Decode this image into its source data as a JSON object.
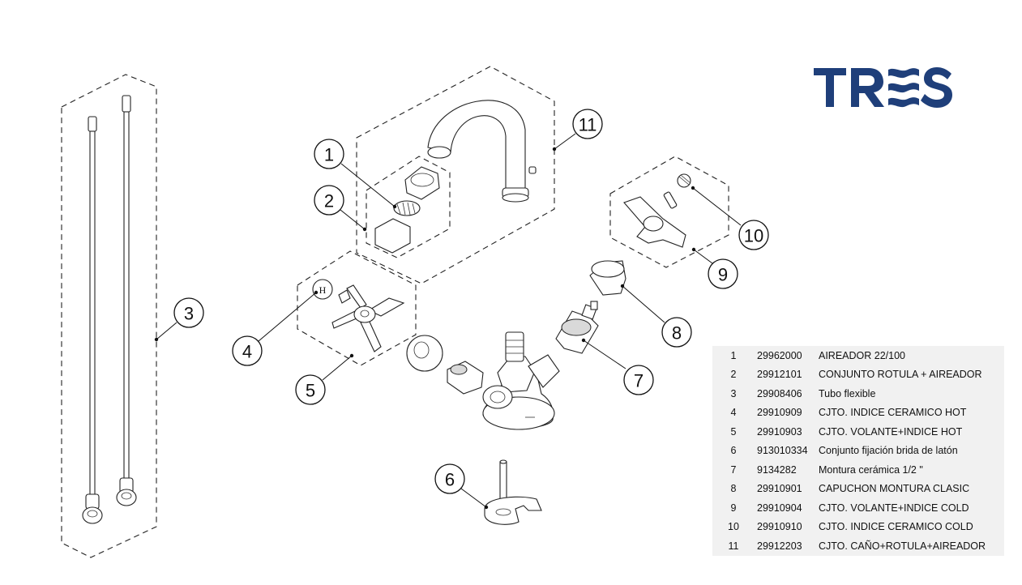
{
  "brand": {
    "name": "TRES",
    "primary_color": "#1f3f7a"
  },
  "callouts": [
    {
      "id": 1,
      "label": "1"
    },
    {
      "id": 2,
      "label": "2"
    },
    {
      "id": 3,
      "label": "3"
    },
    {
      "id": 4,
      "label": "4"
    },
    {
      "id": 5,
      "label": "5"
    },
    {
      "id": 6,
      "label": "6"
    },
    {
      "id": 7,
      "label": "7"
    },
    {
      "id": 8,
      "label": "8"
    },
    {
      "id": 9,
      "label": "9"
    },
    {
      "id": 10,
      "label": "10"
    },
    {
      "id": 11,
      "label": "11"
    }
  ],
  "parts": [
    {
      "num": "1",
      "code": "29962000",
      "desc": "AIREADOR 22/100"
    },
    {
      "num": "2",
      "code": "29912101",
      "desc": "CONJUNTO ROTULA + AIREADOR"
    },
    {
      "num": "3",
      "code": "29908406",
      "desc": "Tubo flexible"
    },
    {
      "num": "4",
      "code": "29910909",
      "desc": "CJTO. INDICE CERAMICO HOT"
    },
    {
      "num": "5",
      "code": "29910903",
      "desc": "CJTO. VOLANTE+INDICE HOT"
    },
    {
      "num": "6",
      "code": "913010334",
      "desc": "Conjunto fijación brida de latón"
    },
    {
      "num": "7",
      "code": "9134282",
      "desc": "Montura cerámica 1/2 \""
    },
    {
      "num": "8",
      "code": "29910901",
      "desc": "CAPUCHON MONTURA CLASIC"
    },
    {
      "num": "9",
      "code": "29910904",
      "desc": "CJTO. VOLANTE+INDICE COLD"
    },
    {
      "num": "10",
      "code": "29910910",
      "desc": "CJTO. INDICE CERAMICO COLD"
    },
    {
      "num": "11",
      "code": "29912203",
      "desc": "CJTO. CAÑO+ROTULA+AIREADOR"
    }
  ]
}
